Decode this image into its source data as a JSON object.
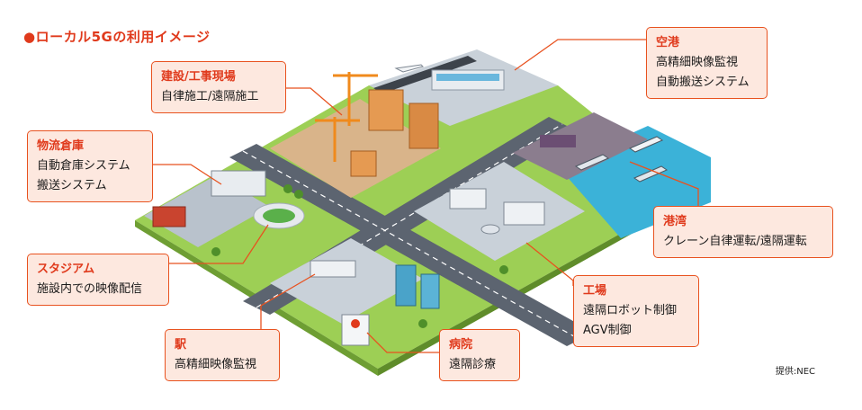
{
  "title": "●ローカル5Gの利用イメージ",
  "credit": "提供:NEC",
  "colors": {
    "accent": "#e03a1c",
    "callout_bg": "#fde8df",
    "callout_border": "#e8521f",
    "grass": "#8cc63f",
    "road": "#5c6470",
    "water": "#3bb2d8"
  },
  "callouts": {
    "construction": {
      "title": "建設/工事現場",
      "lines": [
        "自律施工/遠隔施工"
      ]
    },
    "airport": {
      "title": "空港",
      "lines": [
        "高精細映像監視",
        "自動搬送システム"
      ]
    },
    "warehouse": {
      "title": "物流倉庫",
      "lines": [
        "自動倉庫システム",
        "搬送システム"
      ]
    },
    "stadium": {
      "title": "スタジアム",
      "lines": [
        "施設内での映像配信"
      ]
    },
    "port": {
      "title": "港湾",
      "lines": [
        "クレーン自律運転/遠隔運転"
      ]
    },
    "factory": {
      "title": "工場",
      "lines": [
        "遠隔ロボット制御",
        "AGV制御"
      ]
    },
    "station": {
      "title": "駅",
      "lines": [
        "高精細映像監視"
      ]
    },
    "hospital": {
      "title": "病院",
      "lines": [
        "遠隔診療"
      ]
    }
  }
}
